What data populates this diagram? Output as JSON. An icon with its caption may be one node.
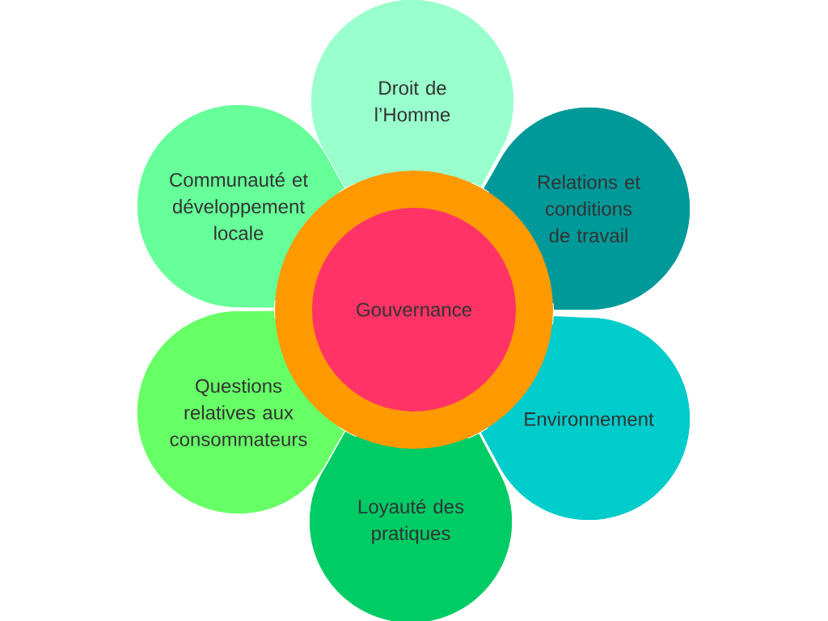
{
  "diagram": {
    "nodes": [
      {
        "text": [
          "Droit de l’Homme"
        ]
      },
      {
        "text": [
          "Communauté et développement locale"
        ]
      },
      {
        "text": [
          "Relations et conditions de travail"
        ]
      },
      {
        "text": [
          "Gouvernance"
        ]
      },
      {
        "text": [
          "Questions relatives aux consommateurs"
        ]
      },
      {
        "text": [
          "Environnement"
        ]
      },
      {
        "text": [
          "Loyauté des pratiques"
        ]
      }
    ]
  }
}
